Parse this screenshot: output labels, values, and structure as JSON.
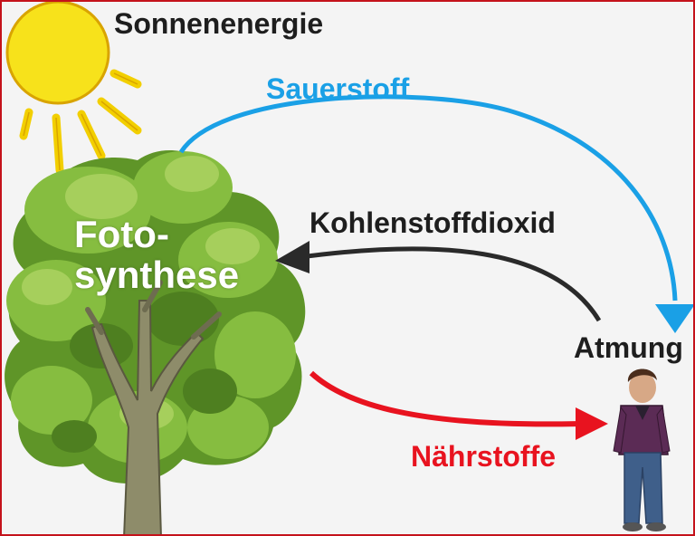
{
  "labels": {
    "sun": "Sonnenenergie",
    "oxygen": "Sauerstoff",
    "co2": "Kohlenstoffdioxid",
    "photosynthesis_line1": "Foto-",
    "photosynthesis_line2": "synthese",
    "respiration": "Atmung",
    "nutrients": "Nährstoffe"
  },
  "colors": {
    "oxygen": "#1aa0e6",
    "co2": "#2a2a2a",
    "nutrients": "#e8131f",
    "sun": "#f7e21b",
    "foliage": "#7fb33a",
    "border": "#c4121b"
  },
  "icons": [
    "sun-icon",
    "tree-icon",
    "person-icon"
  ]
}
